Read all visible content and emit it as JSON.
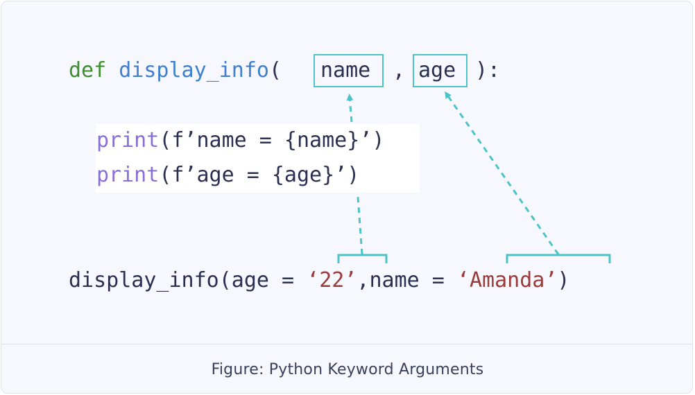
{
  "code": {
    "def_line": {
      "keyword": "def",
      "function_name": "display_info",
      "open_paren": "(",
      "param1": "name",
      "comma": ",",
      "param2": "age",
      "close": "):"
    },
    "body_lines": [
      {
        "keyword": "print",
        "rest": "(f’name = {name}’)"
      },
      {
        "keyword": "print",
        "rest": "(f’age = {age}’)"
      }
    ],
    "call_line": {
      "prefix": "display_info(age = ",
      "arg1_value": "‘22’",
      "middle": ",name = ",
      "arg2_value": "‘Amanda’",
      "suffix": ")"
    }
  },
  "caption": "Figure: Python Keyword Arguments",
  "colors": {
    "background": "#f6f8fd",
    "keyword_def": "#3e8e2f",
    "function_name": "#3f7fd0",
    "keyword_print": "#8a6fd6",
    "string": "#9b3a3a",
    "code_text": "#2b2f52",
    "accent_teal": "#4cc3c8"
  }
}
